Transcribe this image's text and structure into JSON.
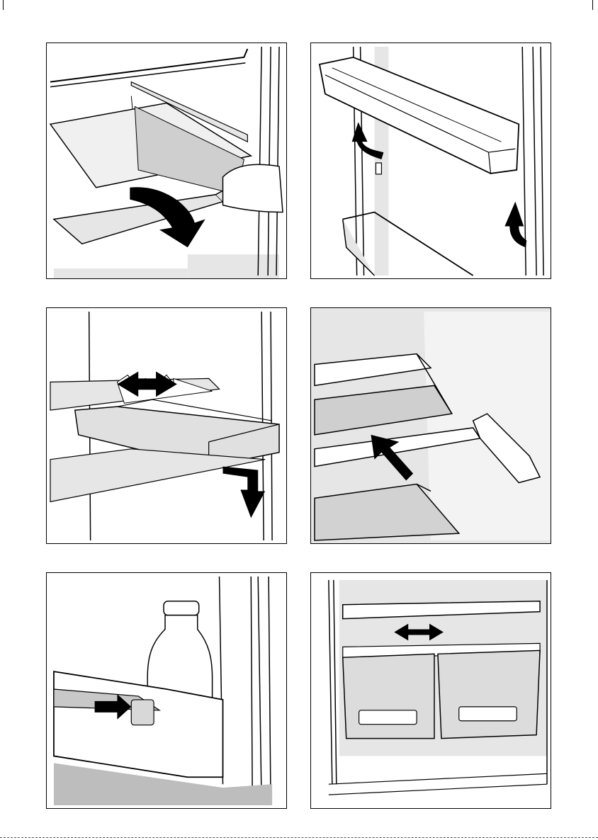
{
  "page": {
    "title": "",
    "panels": [
      {
        "id": "door-shelf-removal",
        "arrow": "curved-down"
      },
      {
        "id": "door-bin-lift",
        "arrow": "lift-up"
      },
      {
        "id": "sliding-drawer",
        "arrow": "double-and-down"
      },
      {
        "id": "glass-shelf-insert",
        "arrow": "push-in"
      },
      {
        "id": "bottle-retainer",
        "arrow": "slide-right"
      },
      {
        "id": "vegetable-drawers",
        "arrow": "double-horizontal"
      }
    ]
  },
  "colors": {
    "line": "#000000",
    "shade": "#e6e6e6",
    "shade_dark": "#bdbdbd",
    "background": "#ffffff"
  }
}
